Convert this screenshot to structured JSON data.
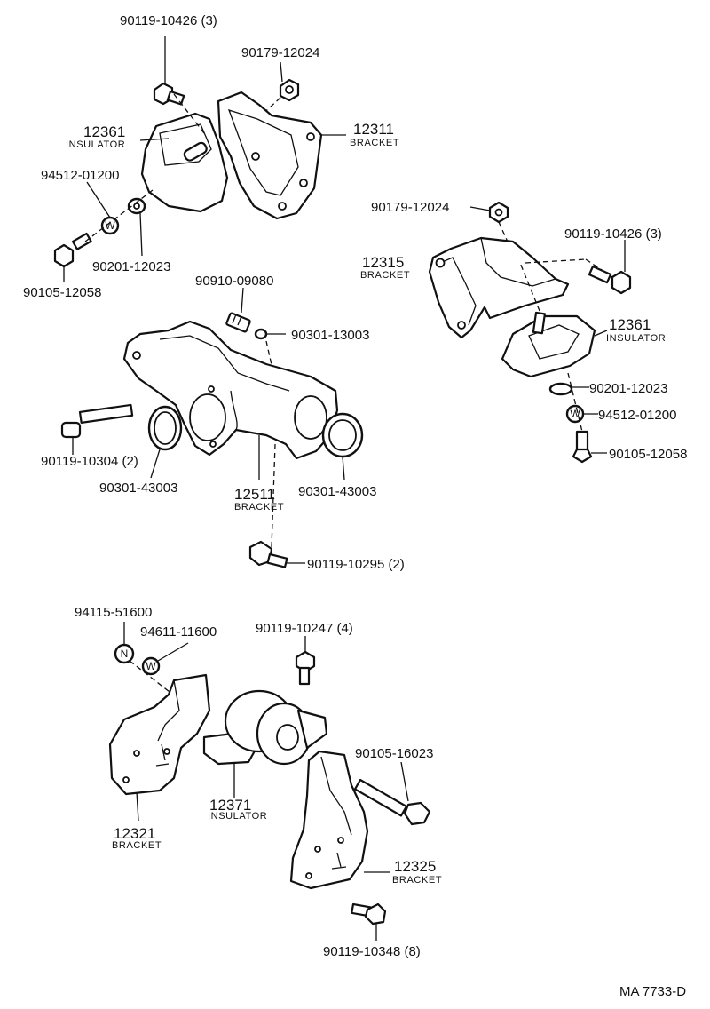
{
  "labels": {
    "bolt_top": "90119-10426 (3)",
    "nut_top": "90179-12024",
    "insulator_top_num": "12361",
    "insulator_top_name": "INSULATOR",
    "bracket_top_num": "12311",
    "bracket_top_name": "BRACKET",
    "washer_top": "94512-01200",
    "spacer_top": "90201-12023",
    "bolt_top_lower": "90105-12058",
    "nut_right": "90179-12024",
    "bolt_right": "90119-10426 (3)",
    "bracket_right_num": "12315",
    "bracket_right_name": "BRACKET",
    "insulator_right_num": "12361",
    "insulator_right_name": "INSULATOR",
    "spacer_right": "90201-12023",
    "washer_right": "94512-01200",
    "bolt_right_lower": "90105-12058",
    "plug_mid": "90910-09080",
    "gasket_small": "90301-13003",
    "bolt_mid": "90119-10304 (2)",
    "ring_left": "90301-43003",
    "bracket_mid_num": "12511",
    "bracket_mid_name": "BRACKET",
    "ring_right": "90301-43003",
    "bolt_mid_lower": "90119-10295 (2)",
    "nut_bottom": "94115-51600",
    "washer_bottom": "94611-11600",
    "bolt_bottom_top": "90119-10247 (4)",
    "bolt_bottom_right": "90105-16023",
    "insulator_bottom_num": "12371",
    "insulator_bottom_name": "INSULATOR",
    "bracket_bl_num": "12321",
    "bracket_bl_name": "BRACKET",
    "bracket_br_num": "12325",
    "bracket_br_name": "BRACKET",
    "bolt_bottom": "90119-10348 (8)",
    "drawing_code": "MA 7733-D"
  },
  "symbols": {
    "washer": "W",
    "nut": "N"
  }
}
